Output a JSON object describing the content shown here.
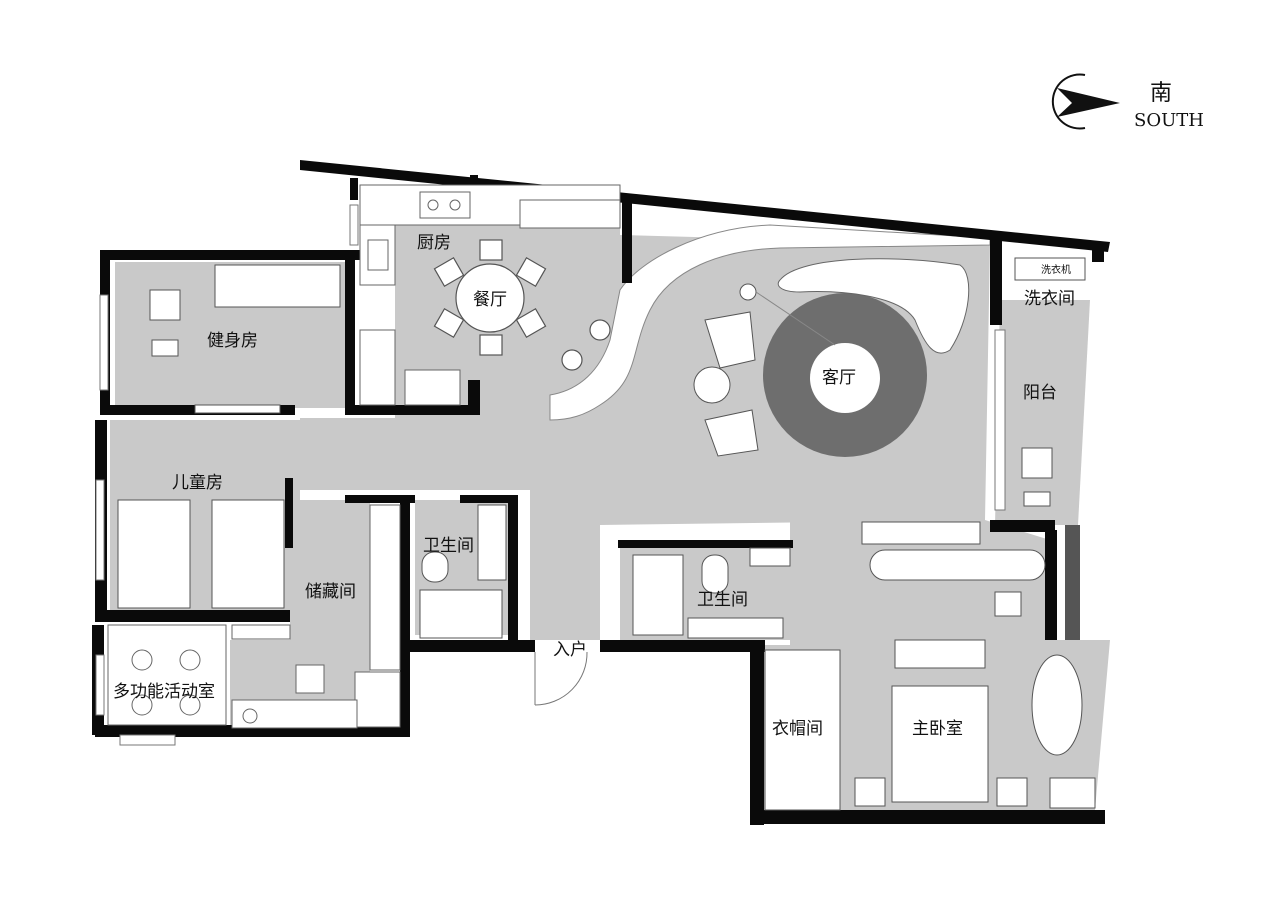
{
  "compass": {
    "direction_cn": "南",
    "direction_en": "SOUTH"
  },
  "rooms": {
    "kitchen": "厨房",
    "dining": "餐厅",
    "living": "客厅",
    "gym": "健身房",
    "laundry": "洗衣间",
    "washer": "洗衣机",
    "balcony": "阳台",
    "kids_room": "儿童房",
    "bathroom_1": "卫生间",
    "bathroom_2": "卫生间",
    "storage": "储藏间",
    "multi_room": "多功能活动室",
    "entry": "入户",
    "cloakroom": "衣帽间",
    "master_bedroom": "主卧室"
  },
  "colors": {
    "floor": "#c9c9c9",
    "wall": "#0a0a0a",
    "rug": "#6e6e6e",
    "fixture": "#ffffff"
  }
}
